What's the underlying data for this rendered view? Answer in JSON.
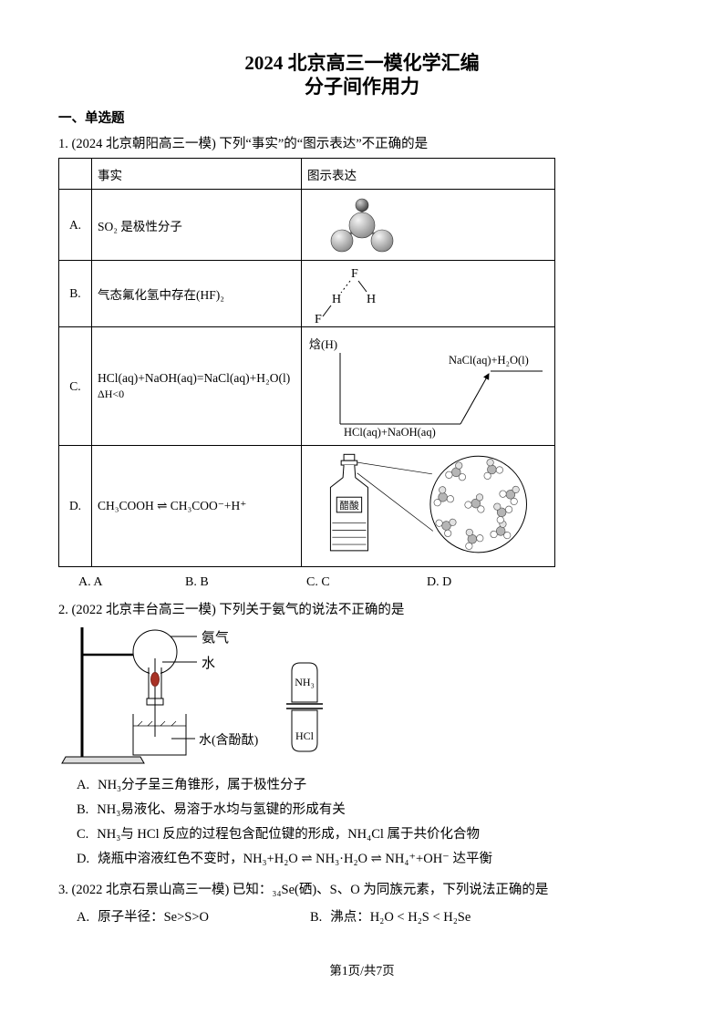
{
  "doc": {
    "title_line1": "2024 北京高三一模化学汇编",
    "title_line2": "分子间作用力",
    "section_heading": "一、单选题",
    "footer": "第1页/共7页"
  },
  "colors": {
    "dropper_red": "#a93226",
    "ball_gray": "#8a8a8a",
    "ball_dark": "#3c3c3c"
  },
  "q1": {
    "stem": "1. (2024 北京朝阳高三一模) 下列“事实”的“图示表达”不正确的是",
    "table": {
      "col_fact": "事实",
      "col_diagram": "图示表达",
      "rows": [
        {
          "label": "A.",
          "fact": "SO₂ 是极性分子"
        },
        {
          "label": "B.",
          "fact": "气态氟化氢中存在(HF)₂"
        },
        {
          "label": "C.",
          "fact": "HCl(aq)+NaOH(aq)=NaCl(aq)+H₂O(l)",
          "fact_line2": "ΔH<0"
        },
        {
          "label": "D.",
          "fact": "CH₃COOH ⇌ CH₃COO⁻+H⁺"
        }
      ]
    },
    "diagram_b": {
      "f_top": "F",
      "h_left": "H",
      "h_right": "H",
      "f_bottom": "F"
    },
    "diagram_c": {
      "y_axis": "焓(H)",
      "upper_level": "NaCl(aq)+H₂O(l)",
      "lower_level": "HCl(aq)+NaOH(aq)"
    },
    "diagram_d": {
      "bottle_label": "醋酸"
    },
    "answer_choices": [
      "A. A",
      "B. B",
      "C. C",
      "D. D"
    ]
  },
  "q2": {
    "stem": "2. (2022 北京丰台高三一模) 下列关于氨气的说法不正确的是",
    "apparatus": {
      "gas_label": "氨气",
      "water_label": "水",
      "beaker_label": "水(含酚酞)",
      "tube_top_label": "NH₃",
      "tube_bottom_label": "HCl"
    },
    "options": [
      {
        "label": "A.",
        "text": "NH₃分子呈三角锥形，属于极性分子"
      },
      {
        "label": "B.",
        "text": "NH₃易液化、易溶于水均与氢键的形成有关"
      },
      {
        "label": "C.",
        "text": "NH₃与 HCl 反应的过程包含配位键的形成，NH₄Cl 属于共价化合物"
      },
      {
        "label": "D.",
        "text": "烧瓶中溶液红色不变时，NH₃+H₂O ⇌ NH₃·H₂O ⇌ NH₄⁺+OH⁻ 达平衡"
      }
    ]
  },
  "q3": {
    "stem": "3. (2022 北京石景山高三一模) 已知：₃₄Se(硒)、S、O 为同族元素，下列说法正确的是",
    "options": [
      {
        "label": "A.",
        "text": "原子半径：Se>S>O"
      },
      {
        "label": "B.",
        "text": "沸点：H₂O < H₂S < H₂Se"
      }
    ]
  }
}
